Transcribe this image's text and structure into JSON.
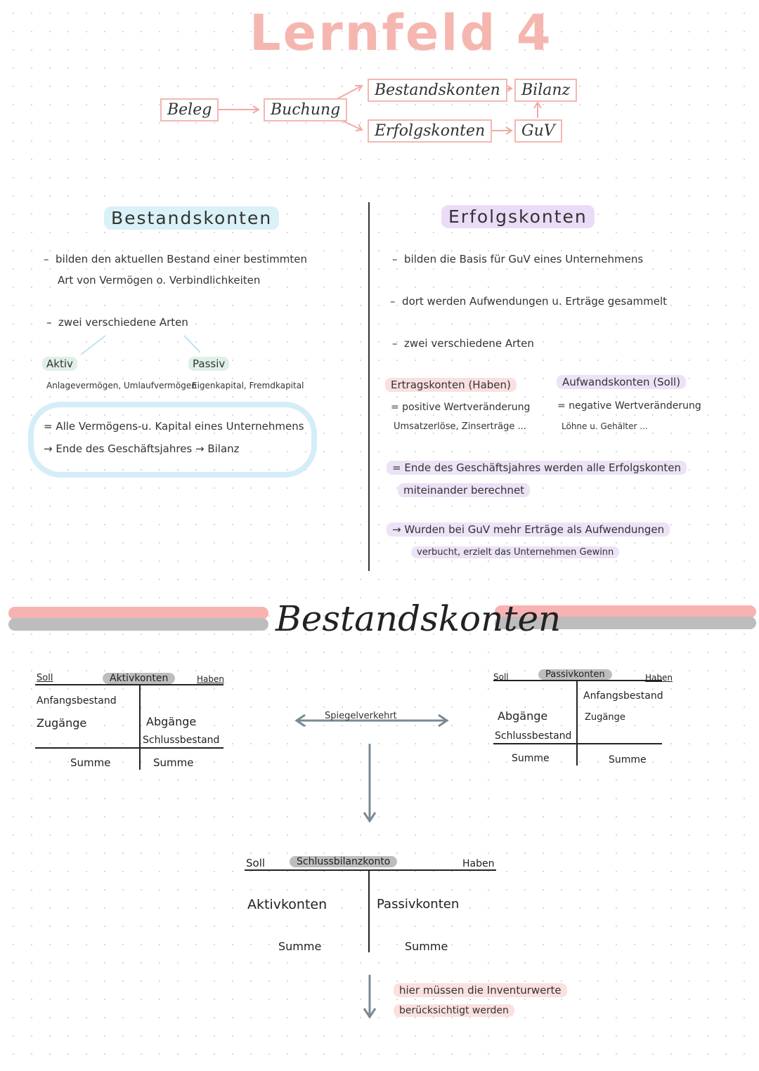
{
  "title": "Lernfeld 4",
  "flow": {
    "beleg": "Beleg",
    "buchung": "Buchung",
    "bestandskonten": "Bestandskonten",
    "erfolgskonten": "Erfolgskonten",
    "bilanz": "Bilanz",
    "guv": "GuV"
  },
  "left": {
    "heading": "Bestandskonten",
    "bullet1_line1": "bilden den aktuellen Bestand einer bestimmten",
    "bullet1_line2": "Art von Vermögen o. Verbindlichkeiten",
    "bullet2": "zwei verschiedene Arten",
    "aktiv_label": "Aktiv",
    "aktiv_examples": "Anlagevermögen, Umlaufvermögen",
    "passiv_label": "Passiv",
    "passiv_examples": "Eigenkapital, Fremdkapital",
    "cloud_line1": "= Alle Vermögens-u. Kapital eines Unternehmens",
    "cloud_line2": "→ Ende des Geschäftsjahres → Bilanz"
  },
  "right": {
    "heading": "Erfolgskonten",
    "bullet1": "bilden die Basis für GuV eines Unternehmens",
    "bullet2": "dort werden Aufwendungen u. Erträge gesammelt",
    "bullet3": "zwei verschiedene Arten",
    "ertrag_label": "Ertragskonten (Haben)",
    "ertrag_desc": "= positive Wertveränderung",
    "ertrag_examples": "Umsatzerlöse, Zinserträge ...",
    "aufwand_label": "Aufwandskonten (Soll)",
    "aufwand_desc": "= negative Wertveränderung",
    "aufwand_examples": "Löhne u. Gehälter ...",
    "end_line1": "= Ende des Geschäftsjahres werden alle Erfolgskonten",
    "end_line2": "miteinander berechnet",
    "gewinn_line1": "→ Wurden bei GuV mehr Erträge als Aufwendungen",
    "gewinn_line2": "verbucht, erzielt das Unternehmen Gewinn"
  },
  "section2": {
    "heading": "Bestandskonten",
    "aktiv_account": {
      "soll": "Soll",
      "title": "Aktivkonten",
      "haben": "Haben",
      "anfangsbestand": "Anfangsbestand",
      "zugaenge": "Zugänge",
      "abgaenge": "Abgänge",
      "schlussbestand": "Schlussbestand",
      "summe_left": "Summe",
      "summe_right": "Summe"
    },
    "mirror_label": "Spiegelverkehrt",
    "passiv_account": {
      "soll": "Soll",
      "title": "Passivkonten",
      "haben": "Haben",
      "abgaenge": "Abgänge",
      "schlussbestand": "Schlussbestand",
      "anfangsbestand": "Anfangsbestand",
      "zugaenge": "Zugänge",
      "summe_left": "Summe",
      "summe_right": "Summe"
    },
    "sbk": {
      "soll": "Soll",
      "title": "Schlussbilanzkonto",
      "haben": "Haben",
      "aktiv": "Aktivkonten",
      "passiv": "Passivkonten",
      "summe_left": "Summe",
      "summe_right": "Summe"
    },
    "inventur_line1": "hier müssen die Inventurwerte",
    "inventur_line2": "berücksichtigt werden"
  },
  "colors": {
    "title_pink": "#f6b6b0",
    "highlight_blue": "#d9f1f7",
    "highlight_purple": "#eadcf7",
    "highlight_pink": "#fbe0e0",
    "banner_grey": "#bdbdbd",
    "accent_pink_text": "#ea8f8f",
    "accent_lilac_text": "#a9a6e6"
  }
}
